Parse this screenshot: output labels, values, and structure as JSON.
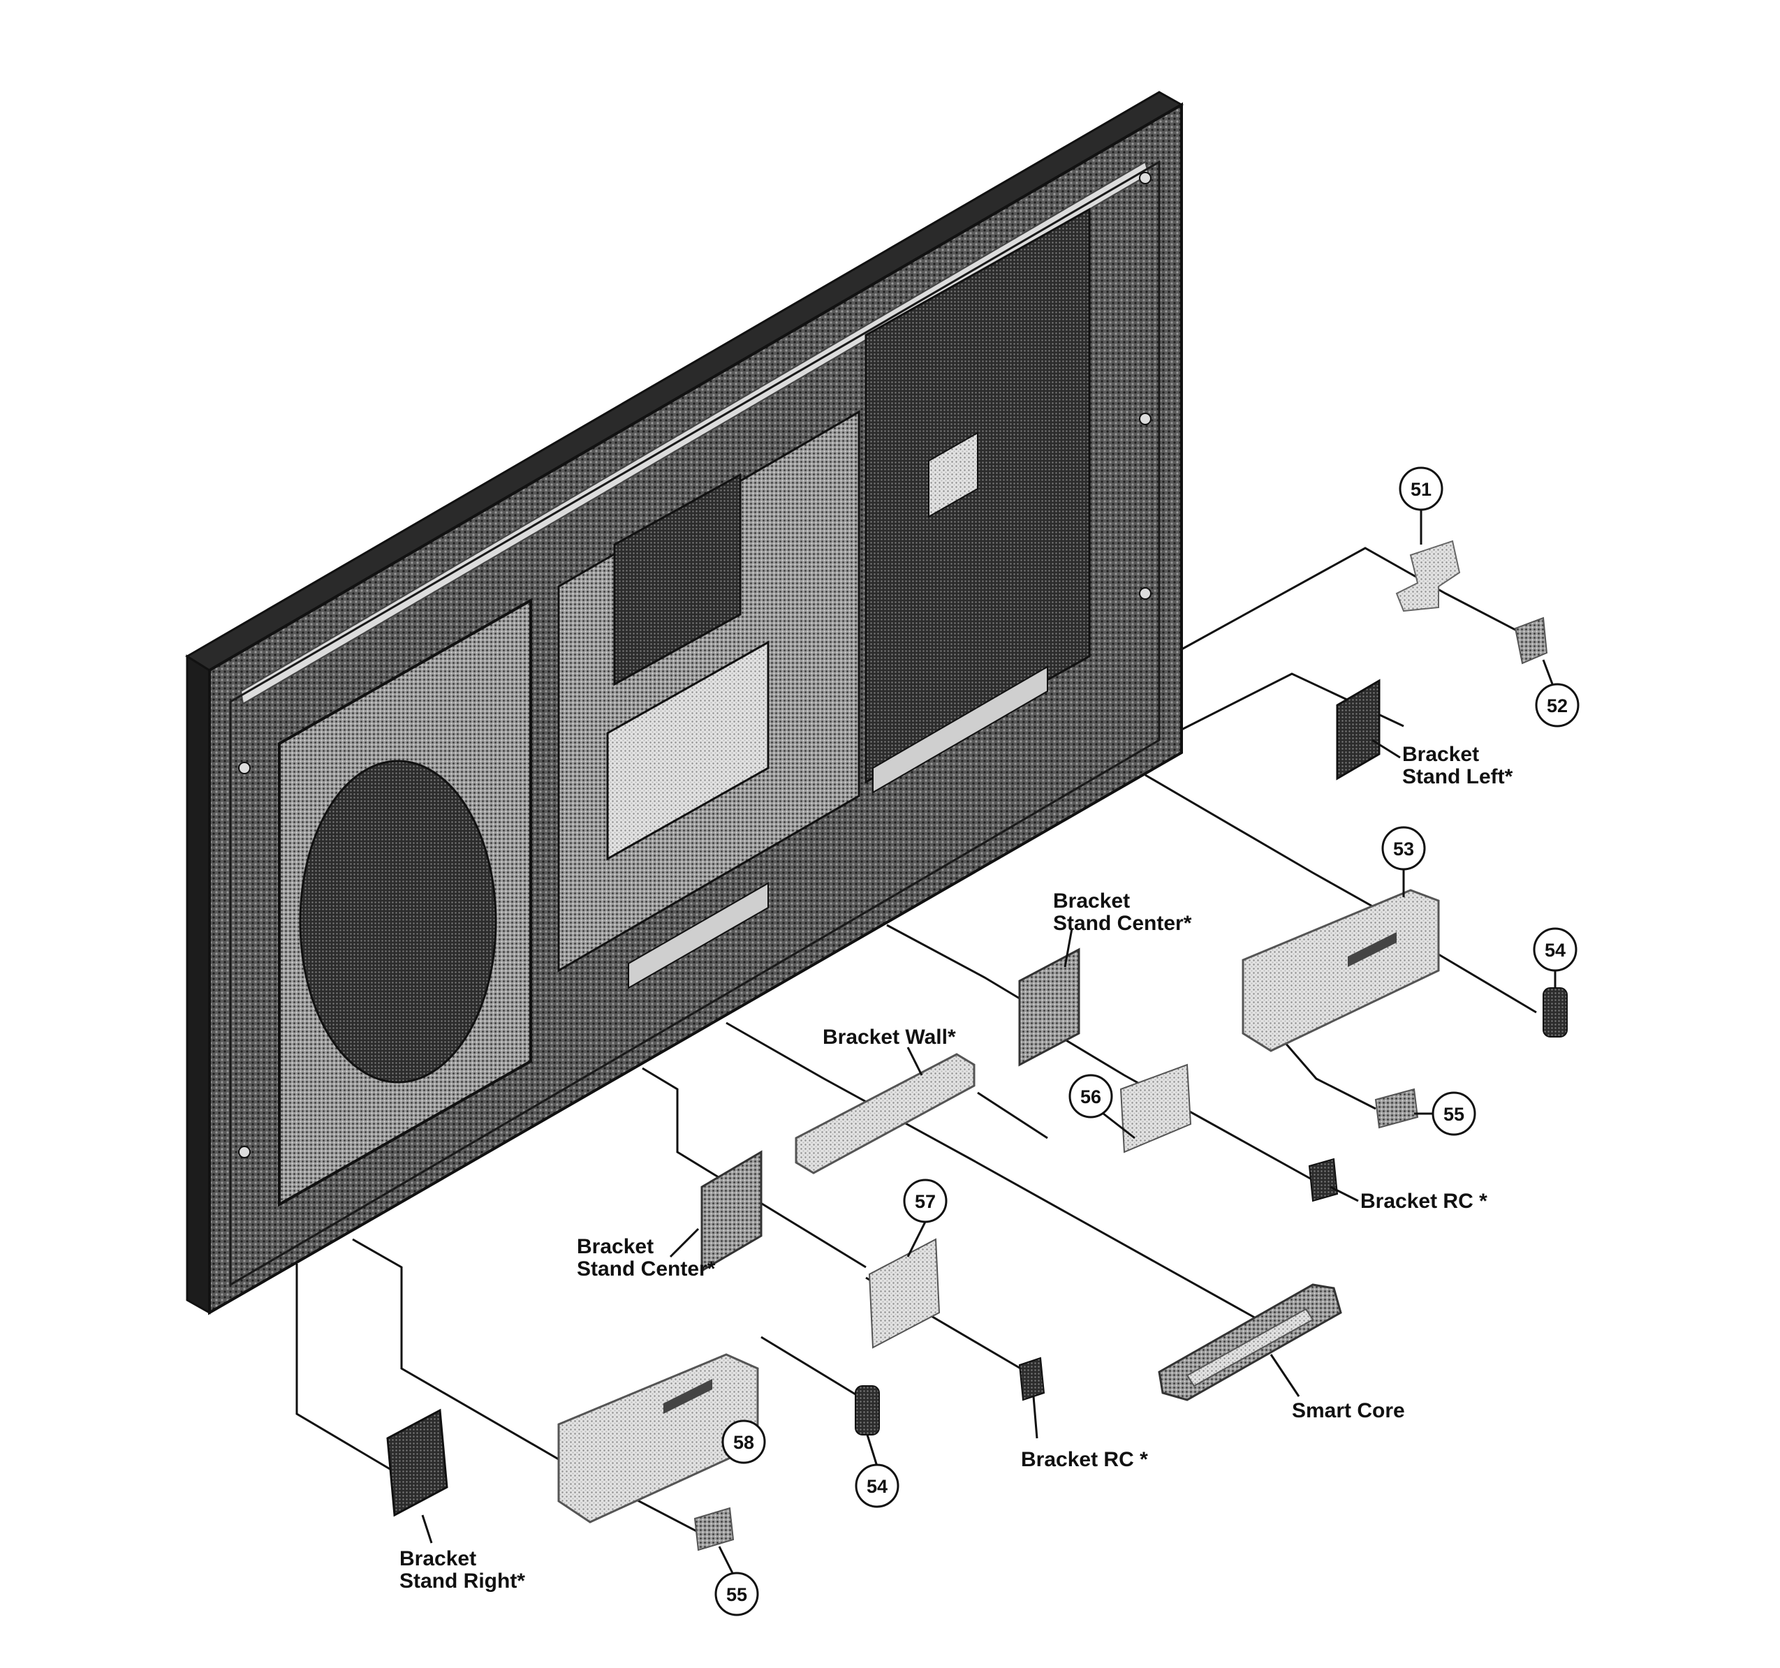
{
  "callouts": {
    "c51": "51",
    "c52": "52",
    "c53": "53",
    "c54a": "54",
    "c54b": "54",
    "c55a": "55",
    "c55b": "55",
    "c56": "56",
    "c57": "57",
    "c58": "58"
  },
  "labels": {
    "bracket_stand_left_1": "Bracket",
    "bracket_stand_left_2": "Stand Left*",
    "bracket_stand_center_upper_1": "Bracket",
    "bracket_stand_center_upper_2": "Stand Center*",
    "bracket_wall": "Bracket Wall*",
    "bracket_rc_upper": "Bracket RC *",
    "bracket_stand_center_lower_1": "Bracket",
    "bracket_stand_center_lower_2": "Stand Center*",
    "bracket_rc_lower": "Bracket RC *",
    "smart_core": "Smart Core",
    "bracket_stand_right_1": "Bracket",
    "bracket_stand_right_2": "Stand Right*"
  },
  "colors": {
    "ink": "#111111",
    "panel_dark": "#3a3a3a",
    "part_light": "#cfcfcf"
  }
}
